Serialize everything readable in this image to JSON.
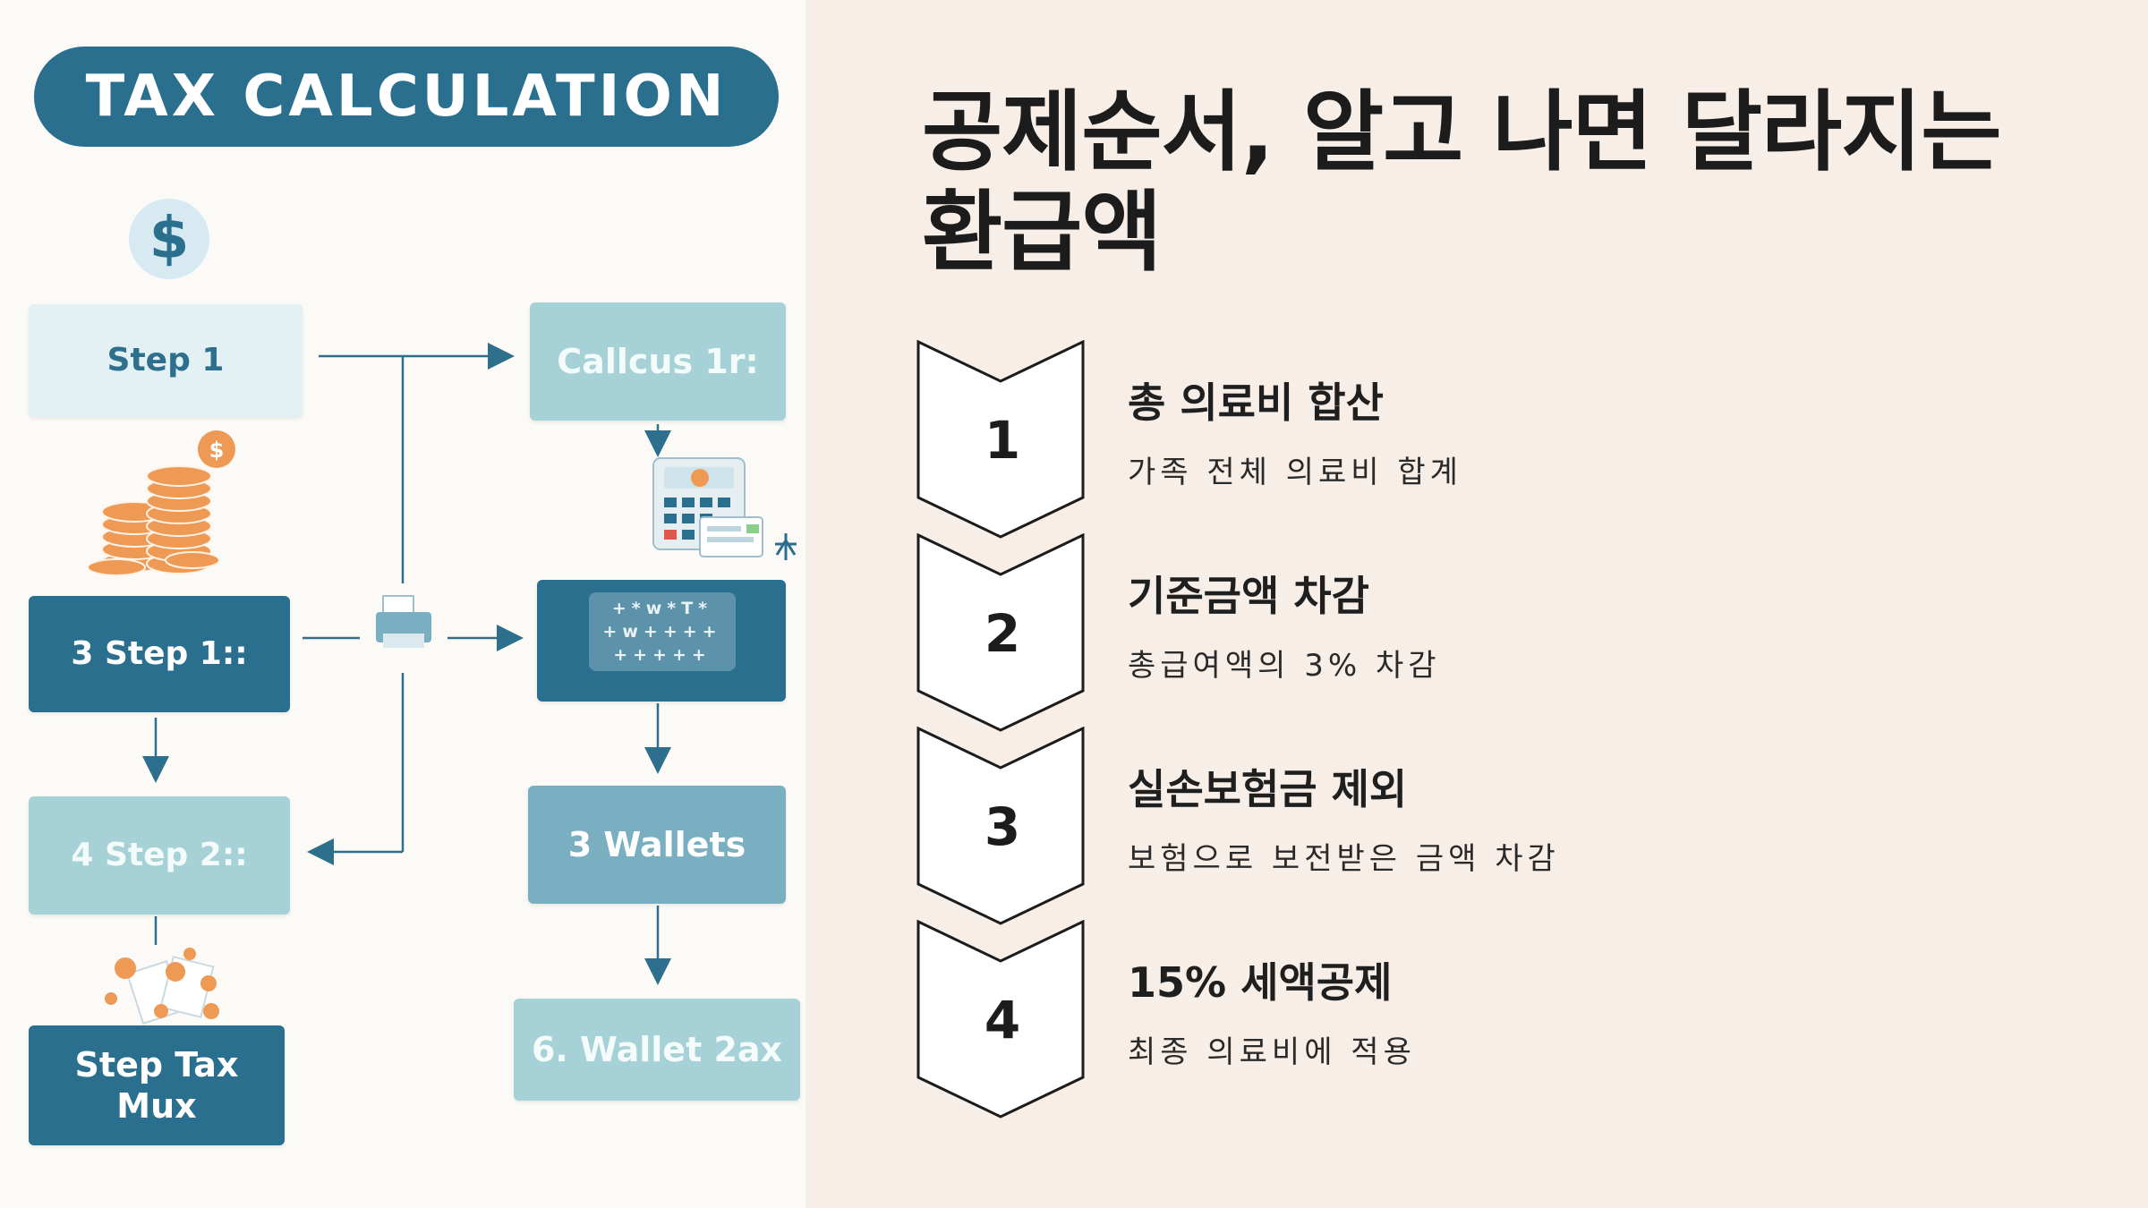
{
  "diagram": {
    "title": "TAX CALCULATION",
    "nodes": {
      "step1": "Step 1",
      "callcus": "Callcus 1r:",
      "step3": "3 Step 1::",
      "step4": "4 Step 2::",
      "wallets": "3 Wallets",
      "steptax": "Step Tax\nMux",
      "wallet2ax": "6. Wallet 2ax"
    },
    "stars_rows": [
      "+*w*T*",
      "+w++++",
      "+++++"
    ],
    "colors": {
      "primary": "#2b6f8f",
      "teal": "#a6d1d6",
      "light": "#e3f0f4",
      "mid": "#7aafc1",
      "coin": "#ee9a55"
    },
    "icons": [
      "dollar-icon",
      "coin-stack-icon",
      "calculator-icon",
      "printer-icon",
      "coin-scatter-icon",
      "pin-icon"
    ]
  },
  "slide": {
    "title": "공제순서, 알고 나면 달라지는 환급액",
    "steps": [
      {
        "number": "1",
        "title": "총 의료비 합산",
        "desc": "가족 전체 의료비 합계"
      },
      {
        "number": "2",
        "title": "기준금액 차감",
        "desc": "총급여액의 3% 차감"
      },
      {
        "number": "3",
        "title": "실손보험금 제외",
        "desc": "보험으로 보전받은 금액 차감"
      },
      {
        "number": "4",
        "title": "15% 세액공제",
        "desc": "최종 의료비에 적용"
      }
    ]
  }
}
